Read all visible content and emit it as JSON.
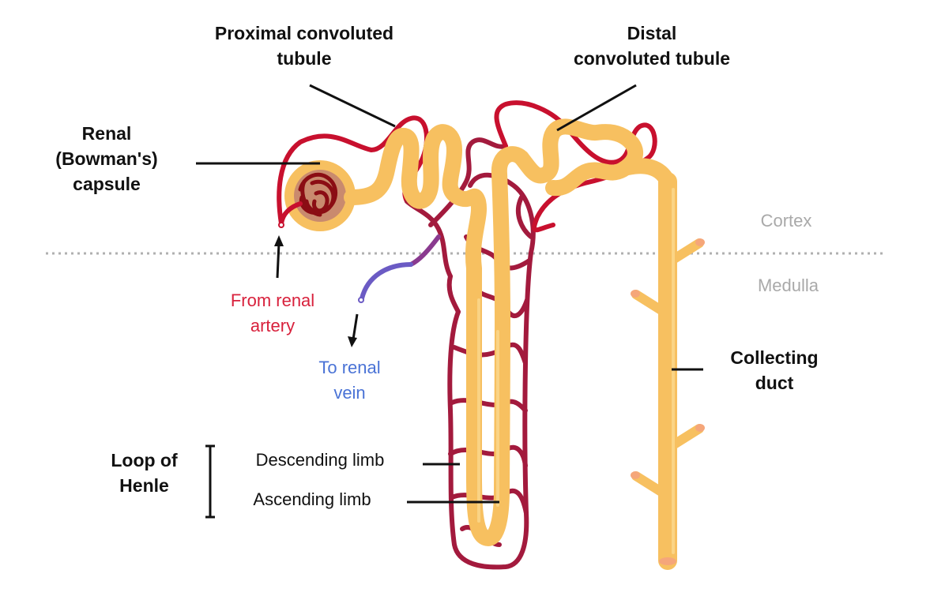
{
  "labels": {
    "proximal": [
      "Proximal convoluted",
      "tubule"
    ],
    "distal": [
      "Distal",
      "convoluted tubule"
    ],
    "capsule": [
      "Renal",
      "(Bowman's)",
      "capsule"
    ],
    "cortex": "Cortex",
    "medulla": "Medulla",
    "artery": [
      "From renal",
      "artery"
    ],
    "vein": [
      "To renal",
      "vein"
    ],
    "collecting": [
      "Collecting",
      "duct"
    ],
    "loop": [
      "Loop of",
      "Henle"
    ],
    "descending": "Descending limb",
    "ascending": "Ascending limb"
  },
  "colors": {
    "tubule": "#f7c060",
    "tubule_highlight": "#fbd88f",
    "vessel_red": "#c8102e",
    "vessel_dark": "#a31a3d",
    "vessel_purple": "#8a3a8f",
    "vein_blue": "#6b5bc4",
    "glomerulus": "#8b0d14",
    "capsule_fill": "#c98a6e",
    "duct_tip": "#f5a67a",
    "divider": "#b0b0b0"
  }
}
